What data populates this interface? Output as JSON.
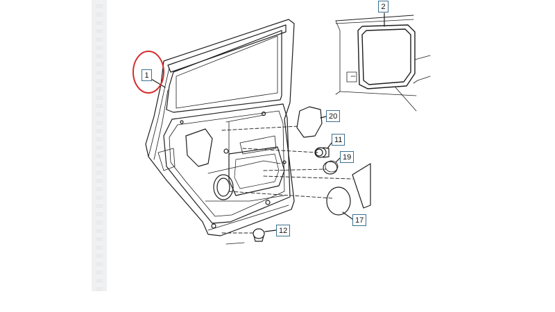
{
  "callouts": [
    {
      "id": "1",
      "label": "1"
    },
    {
      "id": "2",
      "label": "2"
    },
    {
      "id": "11",
      "label": "11"
    },
    {
      "id": "12",
      "label": "12"
    },
    {
      "id": "17",
      "label": "17"
    },
    {
      "id": "19",
      "label": "19"
    },
    {
      "id": "20",
      "label": "20"
    }
  ],
  "highlight": {
    "target": "1",
    "color": "#d62b2b"
  },
  "colors": {
    "line": "#1c1c1c",
    "callout_border": "#3a6f8f",
    "strip": "#eef0f2"
  }
}
